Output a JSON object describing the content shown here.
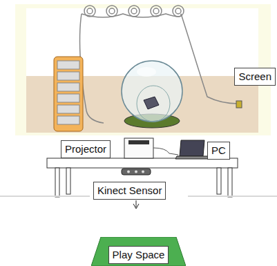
{
  "diagram": {
    "nodes": [
      {
        "text": [
          "Screen"
        ]
      },
      {
        "text": [
          "Projector"
        ]
      },
      {
        "text": [
          "PC"
        ]
      },
      {
        "text": [
          "Kinect Sensor"
        ]
      },
      {
        "text": [
          "Play Space"
        ]
      }
    ]
  }
}
